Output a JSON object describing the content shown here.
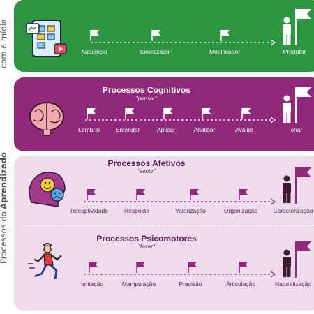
{
  "side_labels": {
    "top": "com a mídia",
    "bottom_prefix": "Processos do ",
    "bottom_strong": "Aprendizado"
  },
  "midia": {
    "steps": [
      "Audiência",
      "Sintetizador",
      "Modificador",
      "Produtor"
    ]
  },
  "cognitivos": {
    "title": "Processos Cognitivos",
    "subtitle": "\"pensar\"",
    "steps": [
      "Lembrar",
      "Entender",
      "Aplicar",
      "Analisar",
      "Avaliar",
      "criar"
    ]
  },
  "afetivos": {
    "title": "Processos Afetivos",
    "subtitle": "\"sentir\"",
    "steps": [
      "Receptividade",
      "Resposta",
      "Valorização",
      "Organização",
      "Caracterização"
    ]
  },
  "psicomotores": {
    "title": "Processos Psicomotores",
    "subtitle": "\"fazer\"",
    "steps": [
      "Imitação",
      "Manipulação",
      "Precisão",
      "Articulação",
      "Naturalização"
    ]
  },
  "colors": {
    "green": "#2e9442",
    "purple": "#8e2a79",
    "lilac": "#efdbeb",
    "dark_purple": "#5a1e4e"
  }
}
